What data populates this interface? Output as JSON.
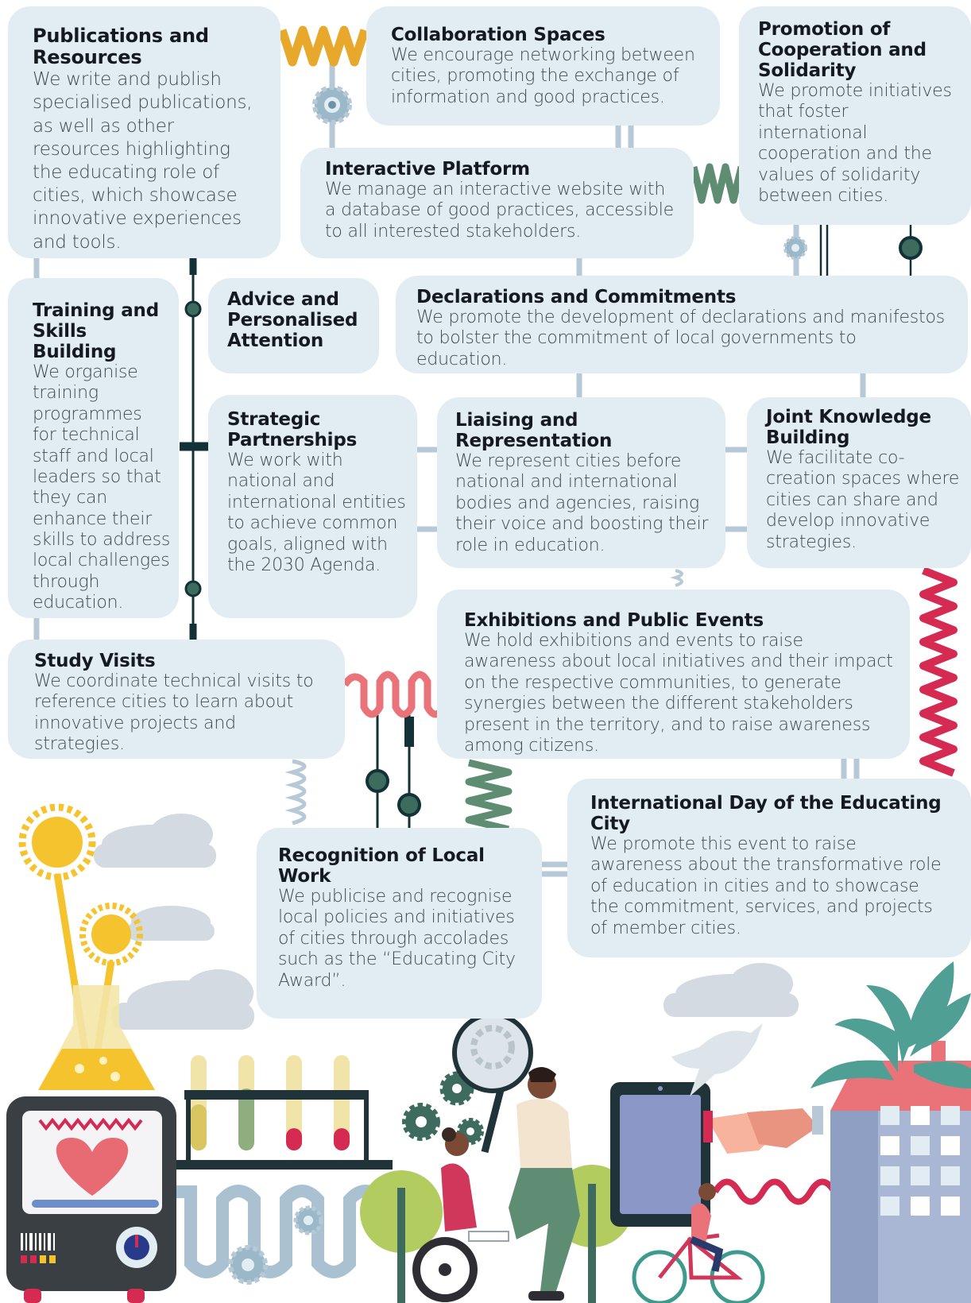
{
  "cards": [
    {
      "title": "Publications and Resources",
      "text": "We write and publish specialised publications, as well as other resources highlighting the educating role of cities, which showcase innovative experiences and tools."
    },
    {
      "title": "Collaboration Spaces",
      "text": "We encourage networking between cities, promoting the exchange of information and good practices."
    },
    {
      "title": "Promotion of Cooperation and Solidarity",
      "text": "We promote initiatives that foster international cooperation and the values of solidarity between cities."
    },
    {
      "title": "Interactive Platform",
      "text": "We manage an interactive website with a database of good practices, accessible to all interested stakeholders."
    },
    {
      "title": "Training and Skills Building",
      "text": "We organise training programmes for technical staff and local leaders so that they can enhance their skills to address local challenges through education."
    },
    {
      "title": "Advice and Personalised Attention",
      "text": ""
    },
    {
      "title": "Declarations and Commitments",
      "text": "We promote the development of declarations and manifestos to bolster the commitment of local governments to education."
    },
    {
      "title": "Strategic Partnerships",
      "text": "We work with national and international entities to achieve common goals, aligned with the 2030 Agenda."
    },
    {
      "title": "Liaising and Representation",
      "text": "We represent cities before national and international bodies and agencies, raising their voice and boosting their role in education."
    },
    {
      "title": "Joint Knowledge Building",
      "text": "We facilitate co-creation spaces where cities can share and develop innovative strategies."
    },
    {
      "title": "Exhibitions and Public Events",
      "text": "We hold exhibitions and events to raise awareness about local initiatives and their impact on the respective communities, to generate synergies between the different stakeholders present in the territory, and to raise awareness among citizens."
    },
    {
      "title": "Study Visits",
      "text": "We coordinate technical visits to reference cities to learn about innovative projects and strategies."
    },
    {
      "title": "International Day of the Educating City",
      "text": "We promote this event to raise awareness about the transformative role of education in cities and to showcase the commitment, services, and projects of member cities."
    },
    {
      "title": "Recognition of Local Work",
      "text": "We publicise and recognise local policies and initiatives of cities through accolades such as the “Educating City Award”."
    }
  ],
  "colors": {
    "card": "#e2edf3",
    "connector": "#b7c9d6",
    "dark_line": "#123238",
    "node": "#3d6b5e",
    "spring_yellow": "#e7a82b",
    "spring_green": "#5f8d73",
    "spring_red": "#d52b52",
    "spring_coral": "#ea737a"
  },
  "illustration": {
    "elements": [
      "sun-icon",
      "cloud-icon",
      "flask-icon",
      "test-tubes-icon",
      "heart-monitor-icon",
      "gear-icon",
      "magnifier-icon",
      "wheelchair-person-icon",
      "tree-icon",
      "tablet-icon",
      "handshake-icon",
      "dove-icon",
      "cyclist-icon",
      "building-icon",
      "plant-icon"
    ]
  }
}
